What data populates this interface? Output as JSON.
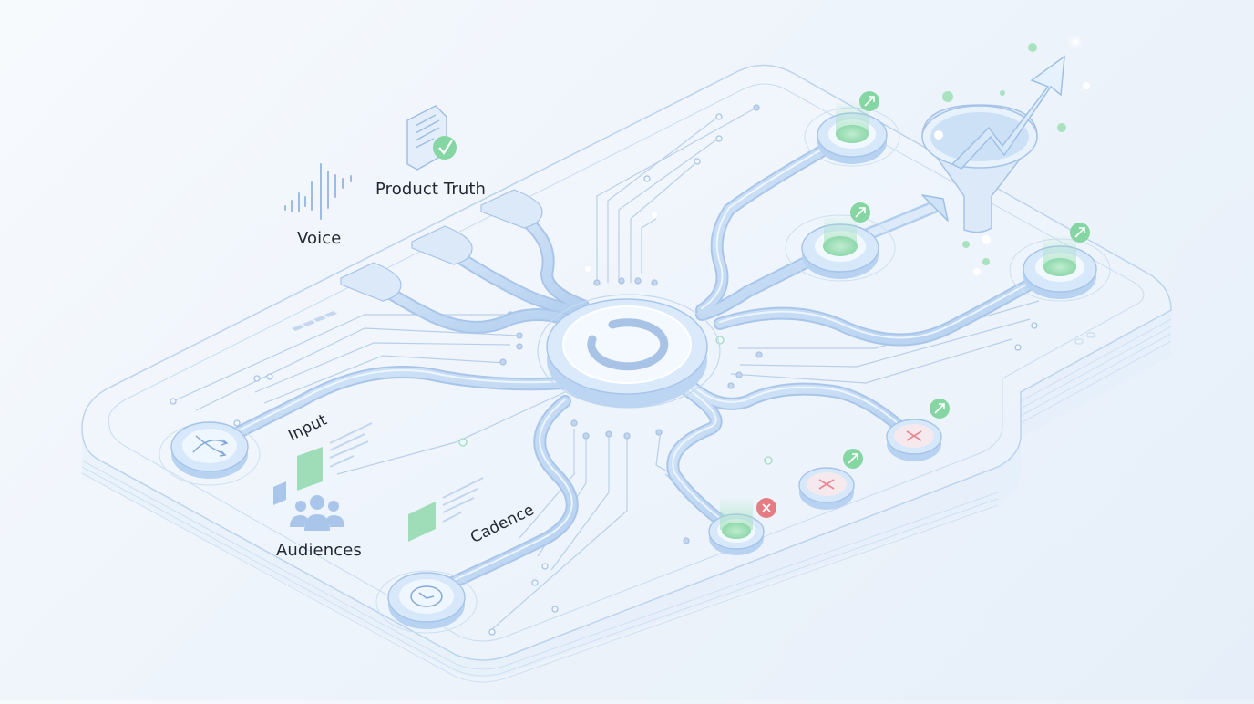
{
  "diagram": {
    "type": "isometric-pipeline",
    "labels": {
      "voice": "Voice",
      "product_truth": "Product Truth",
      "input": "Input",
      "audiences": "Audiences",
      "cadence": "Cadence"
    },
    "hub": {
      "icon": "loading-ring-icon"
    },
    "input_nodes": [
      {
        "id": "voice",
        "icon": "waveform-icon"
      },
      {
        "id": "product_truth",
        "icon": "document-check-icon"
      },
      {
        "id": "input",
        "icon": "shuffle-icon"
      },
      {
        "id": "audiences",
        "icon": "users-icon"
      },
      {
        "id": "cadence",
        "icon": "clock-icon"
      }
    ],
    "output_nodes": [
      {
        "id": "out-top",
        "state": "success",
        "badge": "trend-up-icon"
      },
      {
        "id": "out-mid",
        "state": "success",
        "badge": "trend-up-icon"
      },
      {
        "id": "out-right",
        "state": "success",
        "badge": "trend-up-icon"
      },
      {
        "id": "out-reject-1",
        "state": "rejected",
        "badge": "trend-up-icon"
      },
      {
        "id": "out-reject-2",
        "state": "rejected",
        "badge": "trend-up-icon"
      },
      {
        "id": "out-bottom",
        "state": "success",
        "badge": "close-icon"
      }
    ],
    "funnel": {
      "icon": "funnel-icon",
      "arrow": "trend-up-arrow-icon"
    },
    "colors": {
      "background": "#eef4fb",
      "pipe": "#b9d4f1",
      "pipe_stroke": "#8fb6e3",
      "accent_green": "#7fd39f",
      "accent_red": "#e57c84",
      "label_text": "#1f2733"
    }
  }
}
